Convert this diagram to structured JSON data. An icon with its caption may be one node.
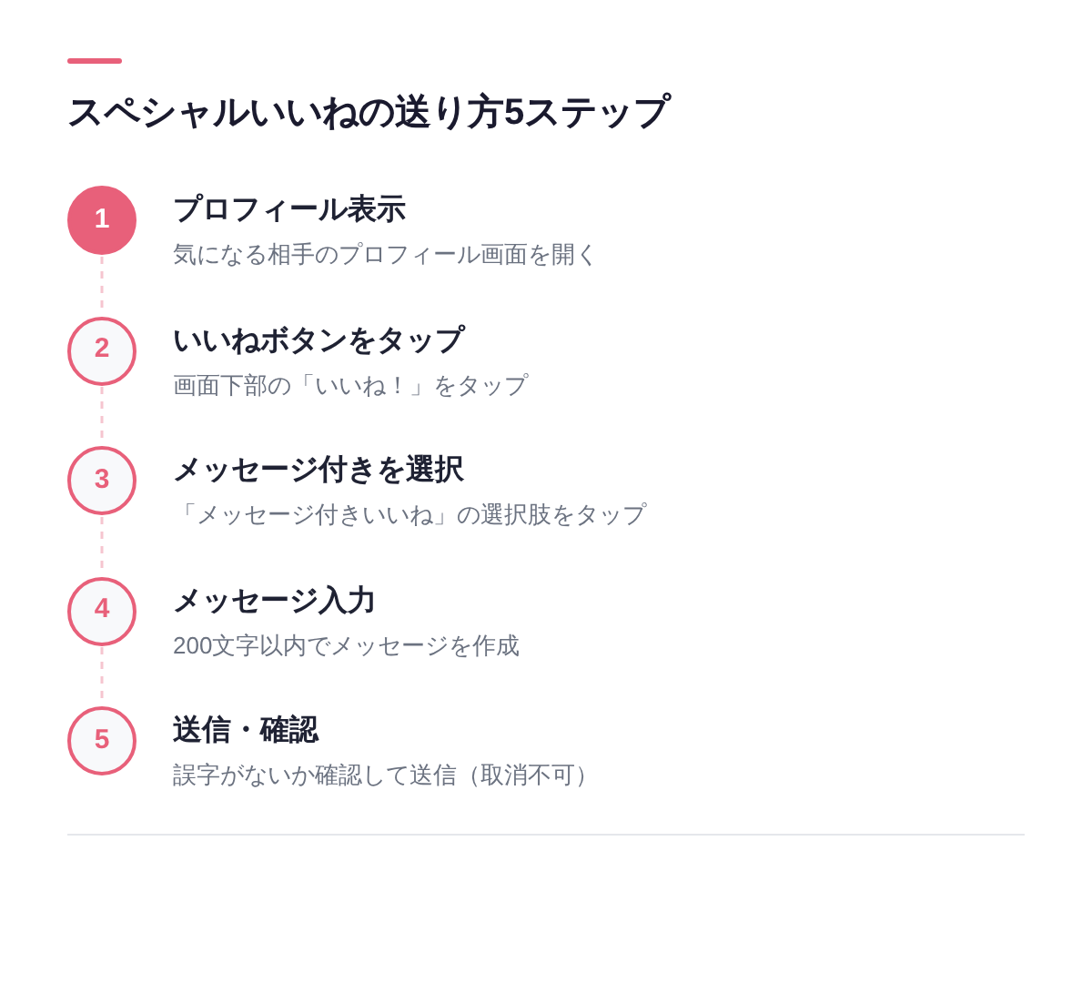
{
  "diagram": {
    "title": "スペシャルいいねの送り方5ステップ",
    "nodes": [
      {
        "text": [
          "1"
        ],
        "beside": [
          "プロフィール表示",
          "気になる相手のプロフィール画面を開く"
        ]
      },
      {
        "text": [
          "2"
        ],
        "beside": [
          "いいねボタンをタップ",
          "画面下部の「いいね！」をタップ"
        ]
      },
      {
        "text": [
          "3"
        ],
        "beside": [
          "メッセージ付きを選択",
          "「メッセージ付きいいね」の選択肢をタップ"
        ]
      },
      {
        "text": [
          "4"
        ],
        "beside": [
          "メッセージ入力",
          "200文字以内でメッセージを作成"
        ]
      },
      {
        "text": [
          "5"
        ],
        "beside": [
          "送信・確認",
          "誤字がないか確認して送信（取消不可）"
        ]
      }
    ],
    "edges": [
      {
        "from": 0,
        "to": 1,
        "arrow": "none",
        "style": "dashed"
      },
      {
        "from": 1,
        "to": 2,
        "arrow": "none",
        "style": "dashed"
      },
      {
        "from": 2,
        "to": 3,
        "arrow": "none",
        "style": "dashed"
      },
      {
        "from": 3,
        "to": 4,
        "arrow": "none",
        "style": "dashed"
      }
    ]
  }
}
